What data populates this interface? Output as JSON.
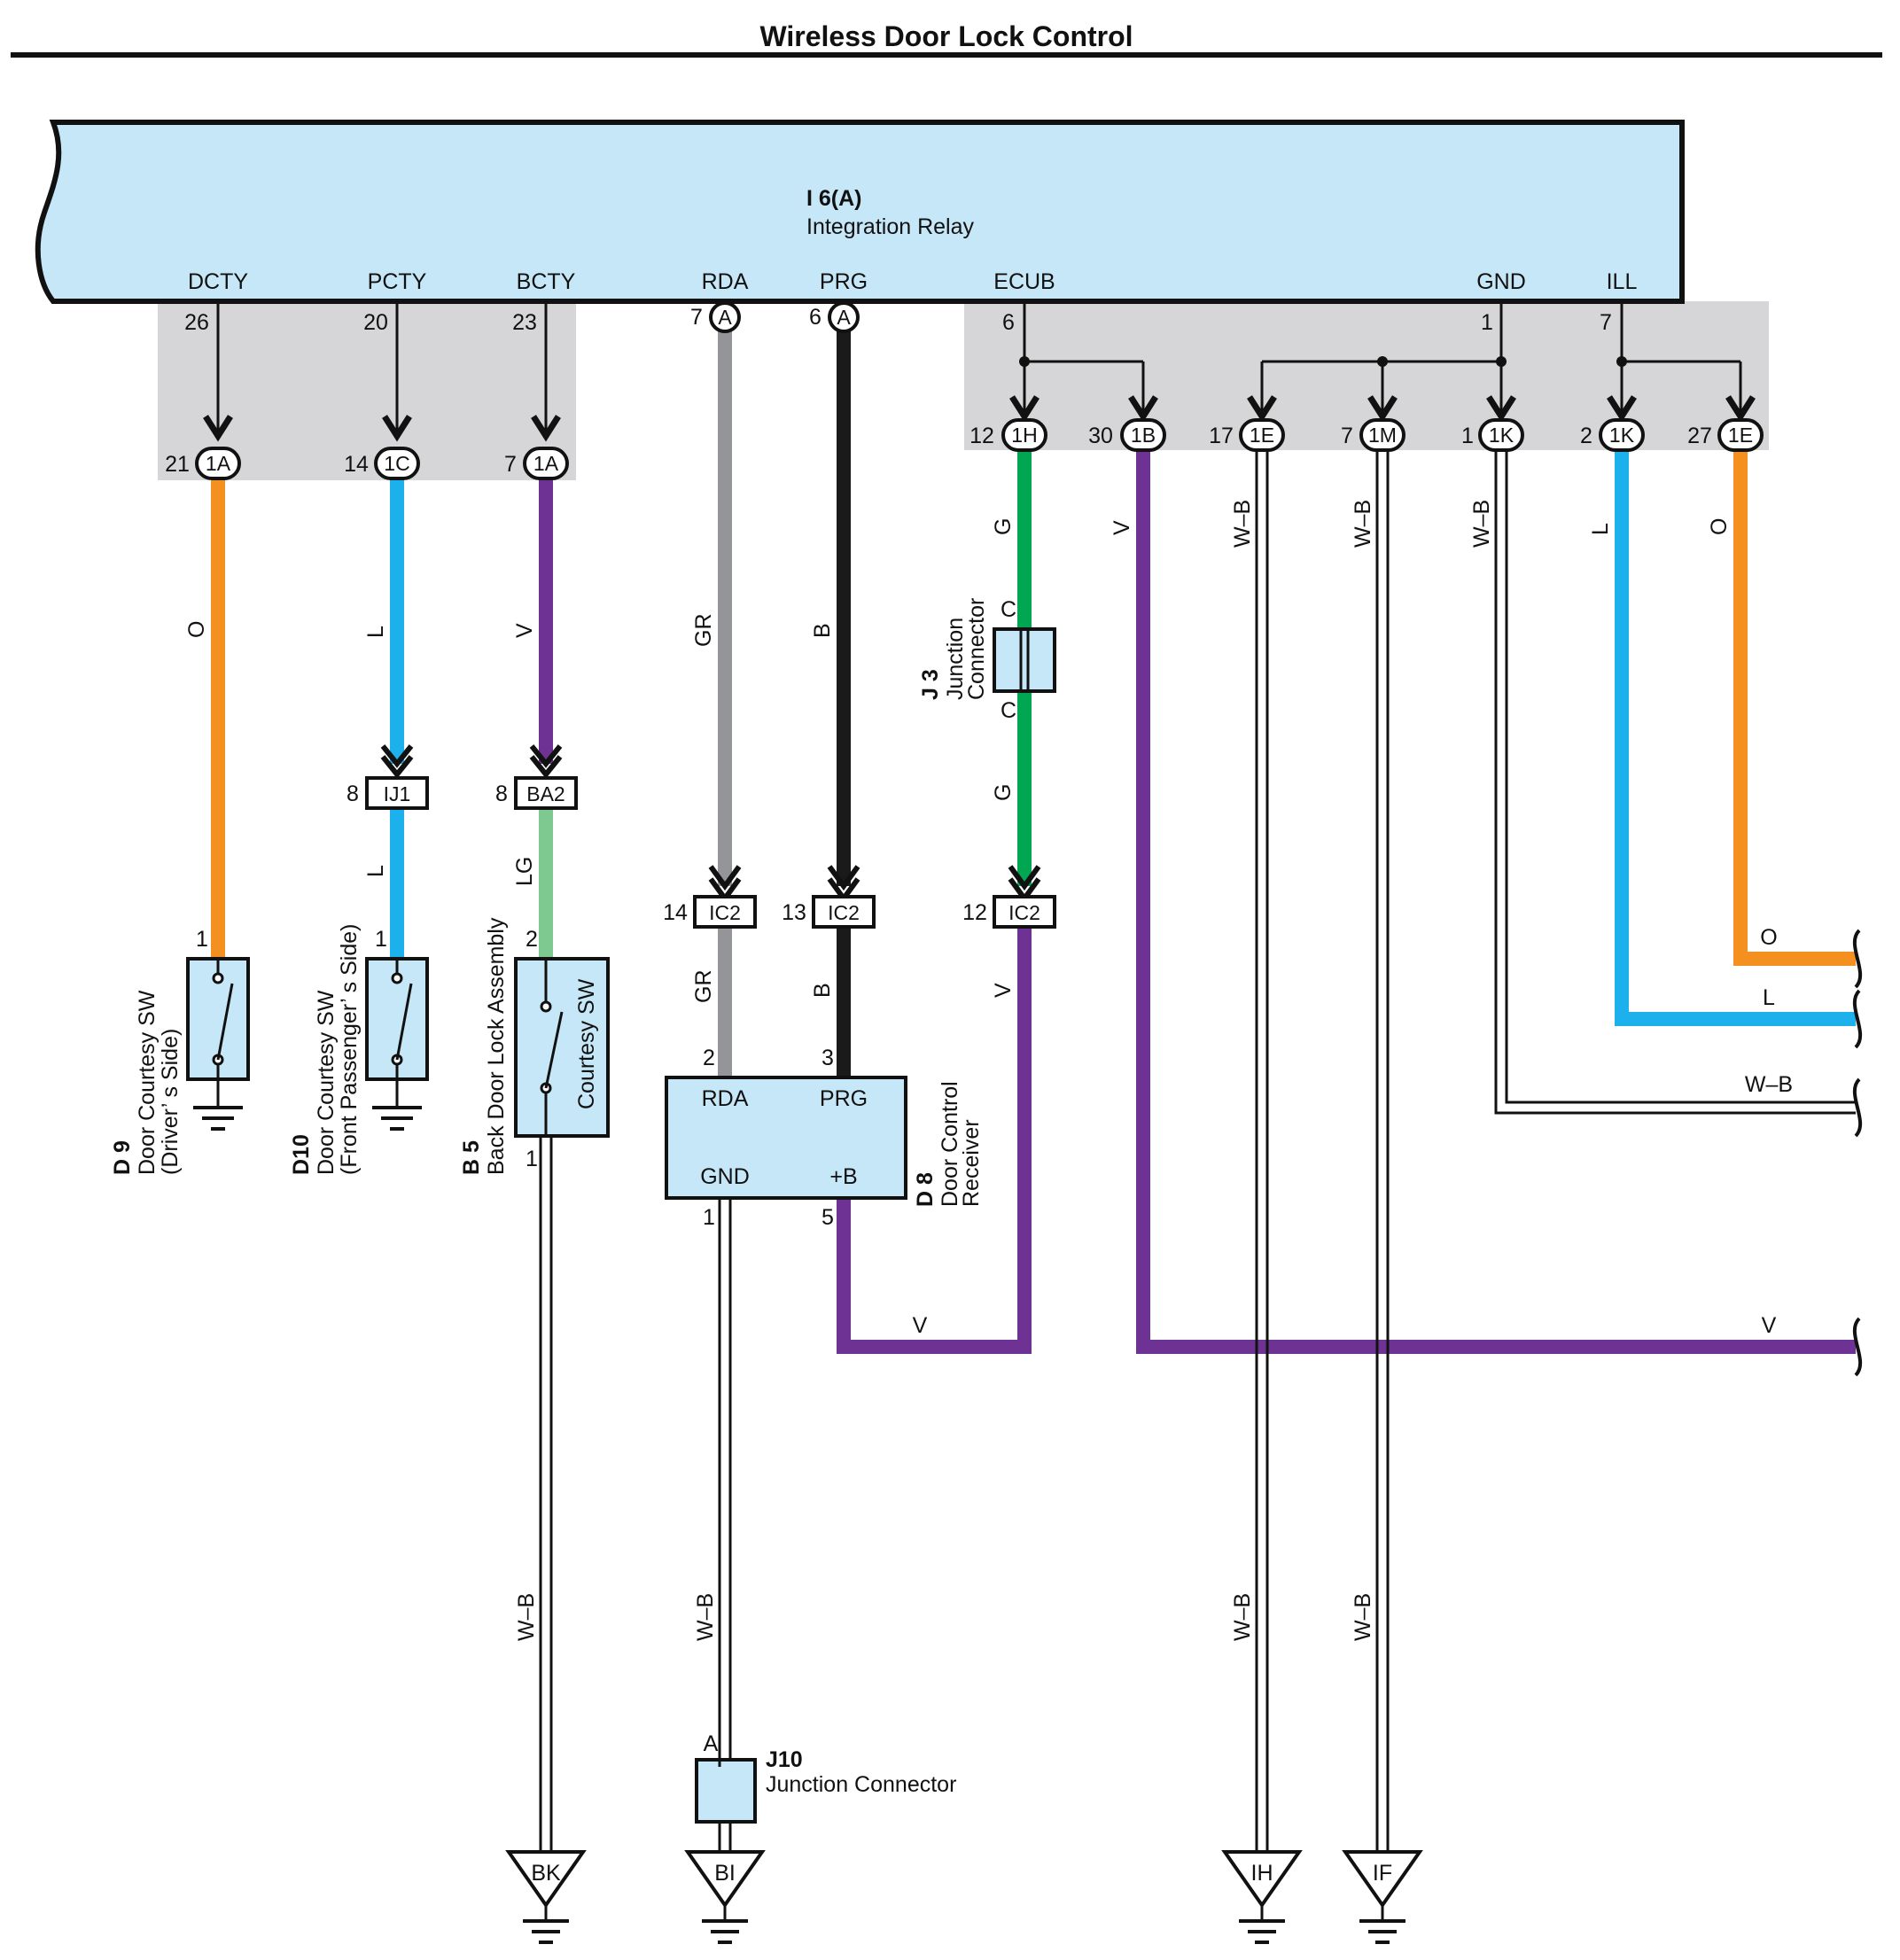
{
  "title": "Wireless Door Lock Control",
  "relay": {
    "code": "I 6(A)",
    "name": "Integration Relay",
    "terminals": [
      "DCTY",
      "PCTY",
      "BCTY",
      "RDA",
      "PRG",
      "ECUB",
      "GND",
      "ILL"
    ],
    "pins": [
      "26",
      "20",
      "23",
      "7",
      "6",
      "6",
      "1",
      "7"
    ],
    "inline_tag": "A"
  },
  "connectors": [
    {
      "pin": "21",
      "label": "1A"
    },
    {
      "pin": "14",
      "label": "1C"
    },
    {
      "pin": "7",
      "label": "1A"
    },
    {
      "pin": "12",
      "label": "1H"
    },
    {
      "pin": "30",
      "label": "1B"
    },
    {
      "pin": "17",
      "label": "1E"
    },
    {
      "pin": "7",
      "label": "1M"
    },
    {
      "pin": "1",
      "label": "1K"
    },
    {
      "pin": "2",
      "label": "1K"
    },
    {
      "pin": "27",
      "label": "1E"
    }
  ],
  "boxes": [
    {
      "pin": "8",
      "label": "IJ1"
    },
    {
      "pin": "8",
      "label": "BA2"
    },
    {
      "pin": "14",
      "label": "IC2"
    },
    {
      "pin": "13",
      "label": "IC2"
    },
    {
      "pin": "12",
      "label": "IC2"
    }
  ],
  "wire_codes": {
    "o": "O",
    "l": "L",
    "v": "V",
    "gr": "GR",
    "b": "B",
    "g": "G",
    "c": "C",
    "wb": "W–B",
    "lg": "LG"
  },
  "components": {
    "d9": {
      "code": "D 9",
      "line1": "Door Courtesy SW",
      "line2": "(Driver’ s Side)",
      "pin": "1"
    },
    "d10": {
      "code": "D10",
      "line1": "Door Courtesy SW",
      "line2": "(Front Passenger’ s Side)",
      "pin": "1"
    },
    "b5": {
      "code": "B 5",
      "line1": "Back Door Lock Assembly",
      "inner": "Courtesy SW",
      "pin_top": "2",
      "pin_bottom": "1"
    },
    "j3": {
      "code": "J 3",
      "line1": "Junction",
      "line2": "Connector"
    },
    "d8": {
      "code": "D 8",
      "line1": "Door Control",
      "line2": "Receiver",
      "t_rda": "RDA",
      "t_prg": "PRG",
      "t_gnd": "GND",
      "t_b": "+B",
      "p_rda": "2",
      "p_prg": "3",
      "p_gnd": "1",
      "p_b": "5"
    },
    "j10": {
      "code": "J10",
      "name": "Junction Connector",
      "pin": "A"
    }
  },
  "grounds": [
    "BK",
    "BI",
    "IH",
    "IF"
  ],
  "colors": {
    "panel": "#c6e7f7",
    "shade": "#d6d6d8",
    "orange": "#f3901f",
    "blue": "#1cb1ec",
    "violet": "#6e3294",
    "gray": "#939598",
    "black": "#1a1a1a",
    "green": "#00a651",
    "light_green": "#7ec98f"
  }
}
